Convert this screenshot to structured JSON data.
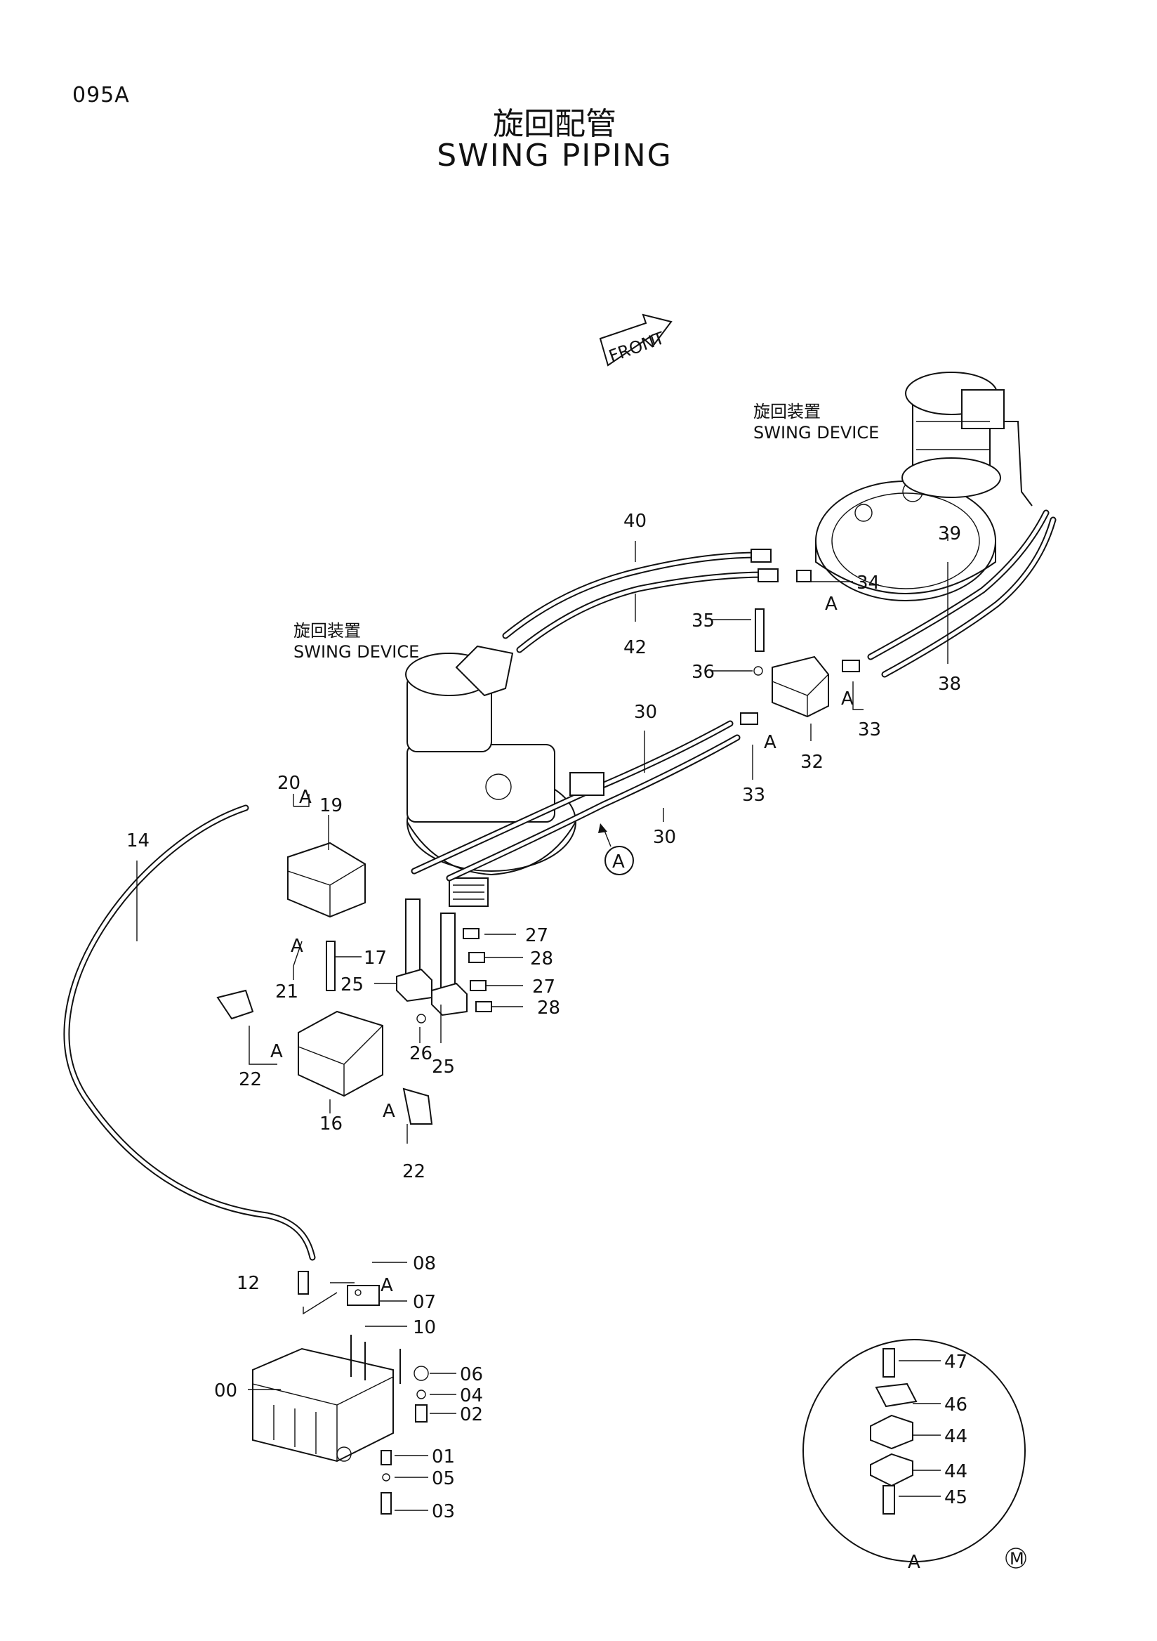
{
  "page_code": "095A",
  "title_ja": "旋回配管",
  "title_en": "SWING PIPING",
  "front_label": "FRONT",
  "swing_device_right": {
    "ja": "旋回装置",
    "en": "SWING DEVICE"
  },
  "swing_device_left": {
    "ja": "旋回装置",
    "en": "SWING DEVICE"
  },
  "detail_ref": "A",
  "detail_view_label": "A",
  "mark": "M",
  "part_numbers": [
    "00",
    "01",
    "02",
    "03",
    "04",
    "05",
    "06",
    "07",
    "08",
    "10",
    "12",
    "14",
    "16",
    "17",
    "19",
    "20",
    "21",
    "22",
    "25",
    "26",
    "27",
    "28",
    "30",
    "32",
    "33",
    "34",
    "35",
    "36",
    "38",
    "39",
    "40",
    "42",
    "44",
    "45",
    "46",
    "47"
  ],
  "labels": {
    "p00": "00",
    "p01": "01",
    "p02": "02",
    "p03": "03",
    "p04": "04",
    "p05": "05",
    "p06": "06",
    "p07": "07",
    "p08": "08",
    "p10": "10",
    "p12": "12",
    "p14": "14",
    "p16": "16",
    "p17": "17",
    "p19": "19",
    "p20": "20",
    "p21": "21",
    "p22": "22",
    "p25": "25",
    "p26": "26",
    "p27": "27",
    "p28": "28",
    "p30": "30",
    "p32": "32",
    "p33": "33",
    "p34": "34",
    "p35": "35",
    "p36": "36",
    "p38": "38",
    "p39": "39",
    "p40": "40",
    "p42": "42",
    "p44": "44",
    "p45": "45",
    "p46": "46",
    "p47": "47"
  }
}
